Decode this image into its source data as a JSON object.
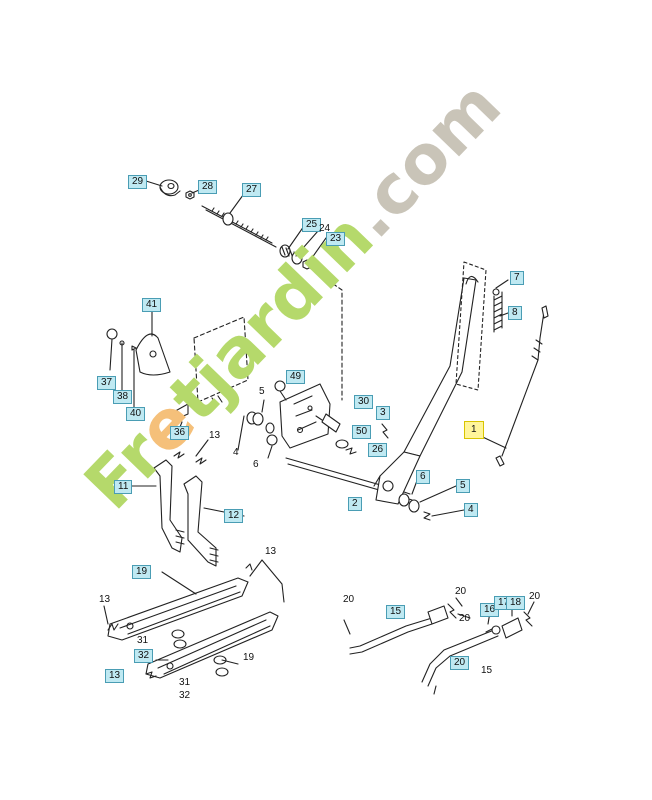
{
  "watermark": {
    "text_green_1": "F",
    "text_green_2": "r",
    "text_orange": "e",
    "text_green_3": "tjardin",
    "text_grey": ".com",
    "colors": {
      "green": "#b5d96b",
      "orange": "#f5c07a",
      "grey": "#c9c4b8"
    }
  },
  "callouts": [
    {
      "id": "29",
      "label": "29",
      "boxed": true
    },
    {
      "id": "28",
      "label": "28",
      "boxed": true
    },
    {
      "id": "27",
      "label": "27",
      "boxed": true
    },
    {
      "id": "25",
      "label": "25",
      "boxed": true
    },
    {
      "id": "24",
      "label": "24",
      "boxed": false
    },
    {
      "id": "23",
      "label": "23",
      "boxed": true
    },
    {
      "id": "7",
      "label": "7",
      "boxed": true
    },
    {
      "id": "8",
      "label": "8",
      "boxed": true
    },
    {
      "id": "41",
      "label": "41",
      "boxed": true
    },
    {
      "id": "37",
      "label": "37",
      "boxed": true
    },
    {
      "id": "38",
      "label": "38",
      "boxed": true
    },
    {
      "id": "40",
      "label": "40",
      "boxed": true
    },
    {
      "id": "49",
      "label": "49",
      "boxed": true
    },
    {
      "id": "5a",
      "label": "5",
      "boxed": false
    },
    {
      "id": "30",
      "label": "30",
      "boxed": true
    },
    {
      "id": "3",
      "label": "3",
      "boxed": true
    },
    {
      "id": "50",
      "label": "50",
      "boxed": true
    },
    {
      "id": "26",
      "label": "26",
      "boxed": true
    },
    {
      "id": "1",
      "label": "1",
      "boxed": true,
      "highlight": true
    },
    {
      "id": "36",
      "label": "36",
      "boxed": true
    },
    {
      "id": "13a",
      "label": "13",
      "boxed": false
    },
    {
      "id": "4a",
      "label": "4",
      "boxed": false
    },
    {
      "id": "6a",
      "label": "6",
      "boxed": false
    },
    {
      "id": "6b",
      "label": "6",
      "boxed": true
    },
    {
      "id": "5b",
      "label": "5",
      "boxed": true
    },
    {
      "id": "4b",
      "label": "4",
      "boxed": true
    },
    {
      "id": "2",
      "label": "2",
      "boxed": true
    },
    {
      "id": "11",
      "label": "11",
      "boxed": true
    },
    {
      "id": "12",
      "label": "12",
      "boxed": true
    },
    {
      "id": "13b",
      "label": "13",
      "boxed": false
    },
    {
      "id": "19a",
      "label": "19",
      "boxed": true
    },
    {
      "id": "13c",
      "label": "13",
      "boxed": false
    },
    {
      "id": "31a",
      "label": "31",
      "boxed": false
    },
    {
      "id": "32a",
      "label": "32",
      "boxed": true
    },
    {
      "id": "19b",
      "label": "19",
      "boxed": false
    },
    {
      "id": "13d",
      "label": "13",
      "boxed": true
    },
    {
      "id": "31b",
      "label": "31",
      "boxed": false
    },
    {
      "id": "32b",
      "label": "32",
      "boxed": false
    },
    {
      "id": "20a",
      "label": "20",
      "boxed": false
    },
    {
      "id": "15a",
      "label": "15",
      "boxed": true
    },
    {
      "id": "20b",
      "label": "20",
      "boxed": false
    },
    {
      "id": "20c",
      "label": "20",
      "boxed": false
    },
    {
      "id": "16",
      "label": "16",
      "boxed": true
    },
    {
      "id": "17",
      "label": "17",
      "boxed": true
    },
    {
      "id": "18",
      "label": "18",
      "boxed": true
    },
    {
      "id": "20d",
      "label": "20",
      "boxed": false
    },
    {
      "id": "20e",
      "label": "20",
      "boxed": true
    },
    {
      "id": "15b",
      "label": "15",
      "boxed": false
    }
  ]
}
